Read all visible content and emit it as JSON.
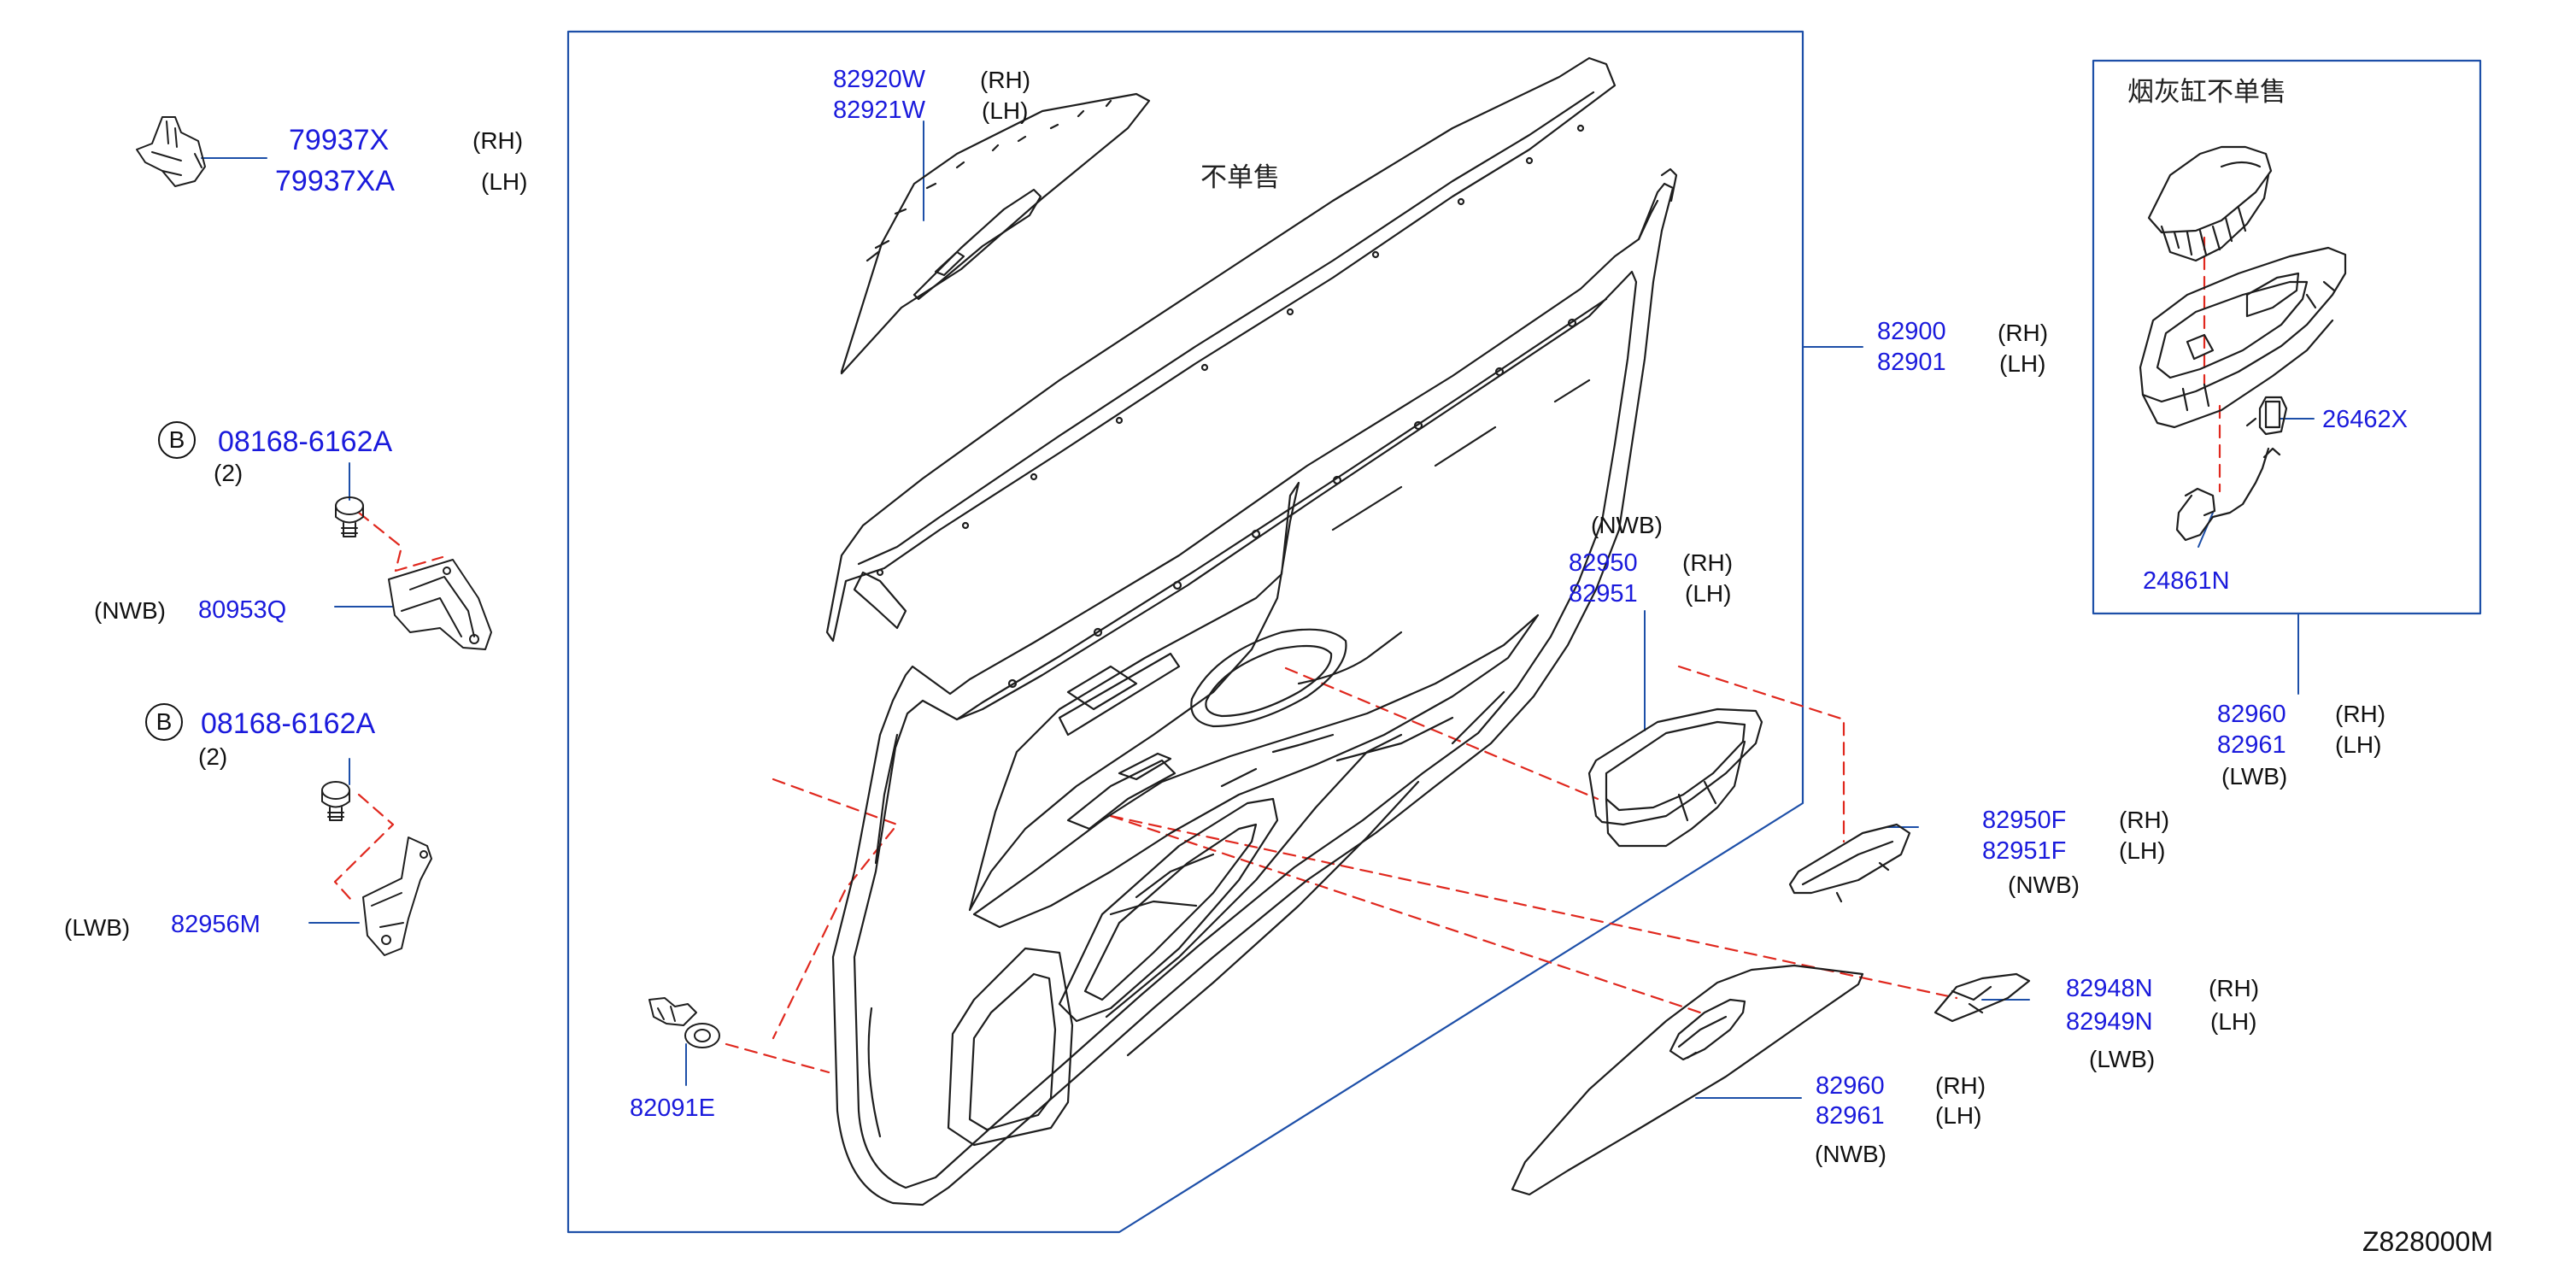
{
  "colors": {
    "part_number": "#1a1adc",
    "leader": "#1d4fa8",
    "dashed_guide": "#e0281e",
    "outline": "#1e1e1e"
  },
  "labels": {
    "clip_top": {
      "pn_rh": "79937X",
      "pn_lh": "79937XA",
      "rh": "(RH)",
      "lh": "(LH)"
    },
    "bolt_1": {
      "circle": "B",
      "pn": "08168-6162A",
      "qty": "(2)"
    },
    "bracket_nwb": {
      "variant": "(NWB)",
      "pn": "80953Q"
    },
    "bolt_2": {
      "circle": "B",
      "pn": "08168-6162A",
      "qty": "(2)"
    },
    "bracket_lwb": {
      "variant": "(LWB)",
      "pn": "82956M"
    },
    "clip_bottom": {
      "pn": "82091E"
    },
    "armrest_top": {
      "pn_rh": "82920W",
      "pn_lh": "82921W",
      "rh": "(RH)",
      "lh": "(LH)"
    },
    "not_sold_main": "不单售",
    "door_trim": {
      "pn_rh": "82900",
      "pn_lh": "82901",
      "rh": "(RH)",
      "lh": "(LH)"
    },
    "switch_bezel_nwb": {
      "variant": "(NWB)",
      "pn_rh": "82950",
      "pn_lh": "82951",
      "rh": "(RH)",
      "lh": "(LH)"
    },
    "cover_f": {
      "pn_rh": "82950F",
      "pn_lh": "82951F",
      "rh": "(RH)",
      "lh": "(LH)",
      "variant": "(NWB)"
    },
    "clip_n": {
      "pn_rh": "82948N",
      "pn_lh": "82949N",
      "rh": "(RH)",
      "lh": "(LH)",
      "variant": "(LWB)"
    },
    "finisher_nwb": {
      "pn_rh": "82960",
      "pn_lh": "82961",
      "rh": "(RH)",
      "lh": "(LH)",
      "variant": "(NWB)"
    },
    "inset": {
      "note": "烟灰缸不单售",
      "lamp": "26462X",
      "harness": "24861N"
    },
    "finisher_lwb": {
      "pn_rh": "82960",
      "pn_lh": "82961",
      "rh": "(RH)",
      "lh": "(LH)",
      "variant": "(LWB)"
    },
    "diagram_id": "Z828000M"
  }
}
